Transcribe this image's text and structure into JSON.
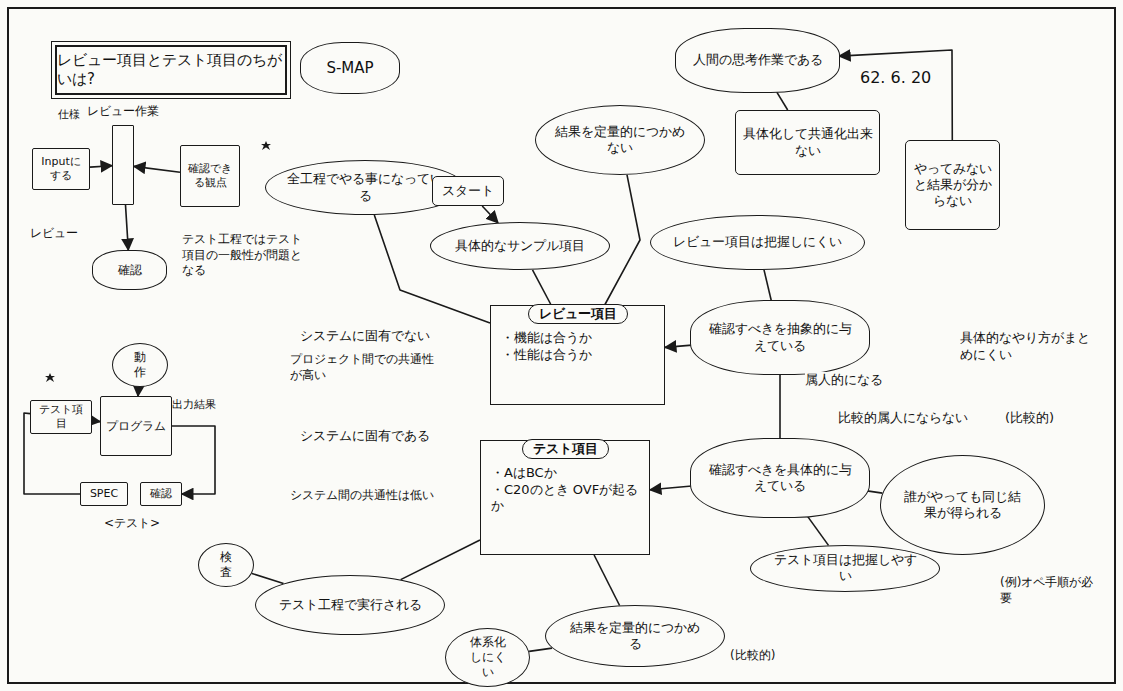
{
  "diagram": {
    "title": "レビュー項目とテスト項目のちがいは?",
    "nodes": [
      {
        "text": [
          "S-MAP"
        ]
      },
      {
        "text": [
          "全工程でやる事になっている"
        ]
      },
      {
        "text": [
          "スタート"
        ]
      },
      {
        "text": [
          "具体的なサンプル項目"
        ]
      },
      {
        "text": [
          "レビュー項目",
          "・機能は合うか",
          "・性能は合うか"
        ]
      },
      {
        "text": [
          "テスト項目",
          "・AはBCか",
          "・C20のとき OVFが起るか"
        ]
      },
      {
        "text": [
          "結果を定量的につかめない"
        ]
      },
      {
        "text": [
          "レビュー項目は把握しにくい"
        ]
      },
      {
        "text": [
          "確認すべきを抽象的に与えている"
        ]
      },
      {
        "text": [
          "確認すべきを具体的に与えている"
        ]
      },
      {
        "text": [
          "テスト項目は把握しやすい"
        ]
      },
      {
        "text": [
          "結果を定量的につかめる"
        ]
      },
      {
        "text": [
          "体系化しにくい"
        ]
      },
      {
        "text": [
          "テスト工程で実行される"
        ]
      },
      {
        "text": [
          "検査"
        ]
      },
      {
        "text": [
          "人間の思考作業である"
        ]
      },
      {
        "text": [
          "具体化して共通化出来ない"
        ]
      },
      {
        "text": [
          "やってみないと結果が分からない"
        ]
      },
      {
        "text": [
          "誰がやっても同じ結果が得られる"
        ]
      },
      {
        "text": [
          "Inputにする"
        ]
      },
      {
        "text": [
          "レビュー作業"
        ]
      },
      {
        "text": [
          "確認できる観点"
        ]
      },
      {
        "text": [
          "確認"
        ]
      },
      {
        "text": [
          "動作"
        ]
      },
      {
        "text": [
          "テスト項目"
        ]
      },
      {
        "text": [
          "プログラム"
        ]
      },
      {
        "text": [
          "SPEC"
        ]
      },
      {
        "text": [
          "確認"
        ]
      }
    ],
    "edges": [
      {
        "from": 2,
        "to": 3,
        "arrow": "to"
      },
      {
        "from": 3,
        "to": 4,
        "arrow": "none"
      },
      {
        "from": 1,
        "to": 4,
        "arrow": "none"
      },
      {
        "from": 6,
        "to": 4,
        "arrow": "none"
      },
      {
        "from": 8,
        "to": 4,
        "arrow": "to"
      },
      {
        "from": 9,
        "to": 5,
        "arrow": "to"
      },
      {
        "from": 7,
        "to": 8,
        "arrow": "none"
      },
      {
        "from": 8,
        "to": 9,
        "arrow": "none"
      },
      {
        "from": 9,
        "to": 10,
        "arrow": "none"
      },
      {
        "from": 5,
        "to": 11,
        "arrow": "none"
      },
      {
        "from": 5,
        "to": 13,
        "arrow": "none"
      },
      {
        "from": 12,
        "to": 11,
        "arrow": "none"
      },
      {
        "from": 13,
        "to": 14,
        "arrow": "none"
      },
      {
        "from": 15,
        "to": 16,
        "arrow": "none"
      },
      {
        "from": 17,
        "to": 15,
        "arrow": "to"
      },
      {
        "from": 9,
        "to": 18,
        "arrow": "none"
      },
      {
        "from": 19,
        "to": 20,
        "arrow": "to"
      },
      {
        "from": 21,
        "to": 20,
        "arrow": "to"
      },
      {
        "from": 20,
        "to": 22,
        "arrow": "to"
      },
      {
        "from": 23,
        "to": 25,
        "arrow": "to"
      },
      {
        "from": 24,
        "to": 25,
        "arrow": "to"
      },
      {
        "from": 25,
        "to": 27,
        "arrow": "to"
      },
      {
        "from": 24,
        "to": 26,
        "arrow": "none"
      }
    ],
    "labels": [
      "62. 6. 20",
      "テスト工程ではテスト項目の一般性が問題となる",
      "システムに固有でない",
      "プロジェクト間での共通性が高い",
      "システムに固有である",
      "システム間の共通性は低い",
      "属人的になる",
      "具体的なやり方がまとめにくい",
      "比較的属人にならない",
      "(比較的)",
      "(例)オペ手順が必要",
      "(比較的)",
      "仕様",
      "レビュー",
      "出力結果",
      "<テスト>"
    ]
  }
}
